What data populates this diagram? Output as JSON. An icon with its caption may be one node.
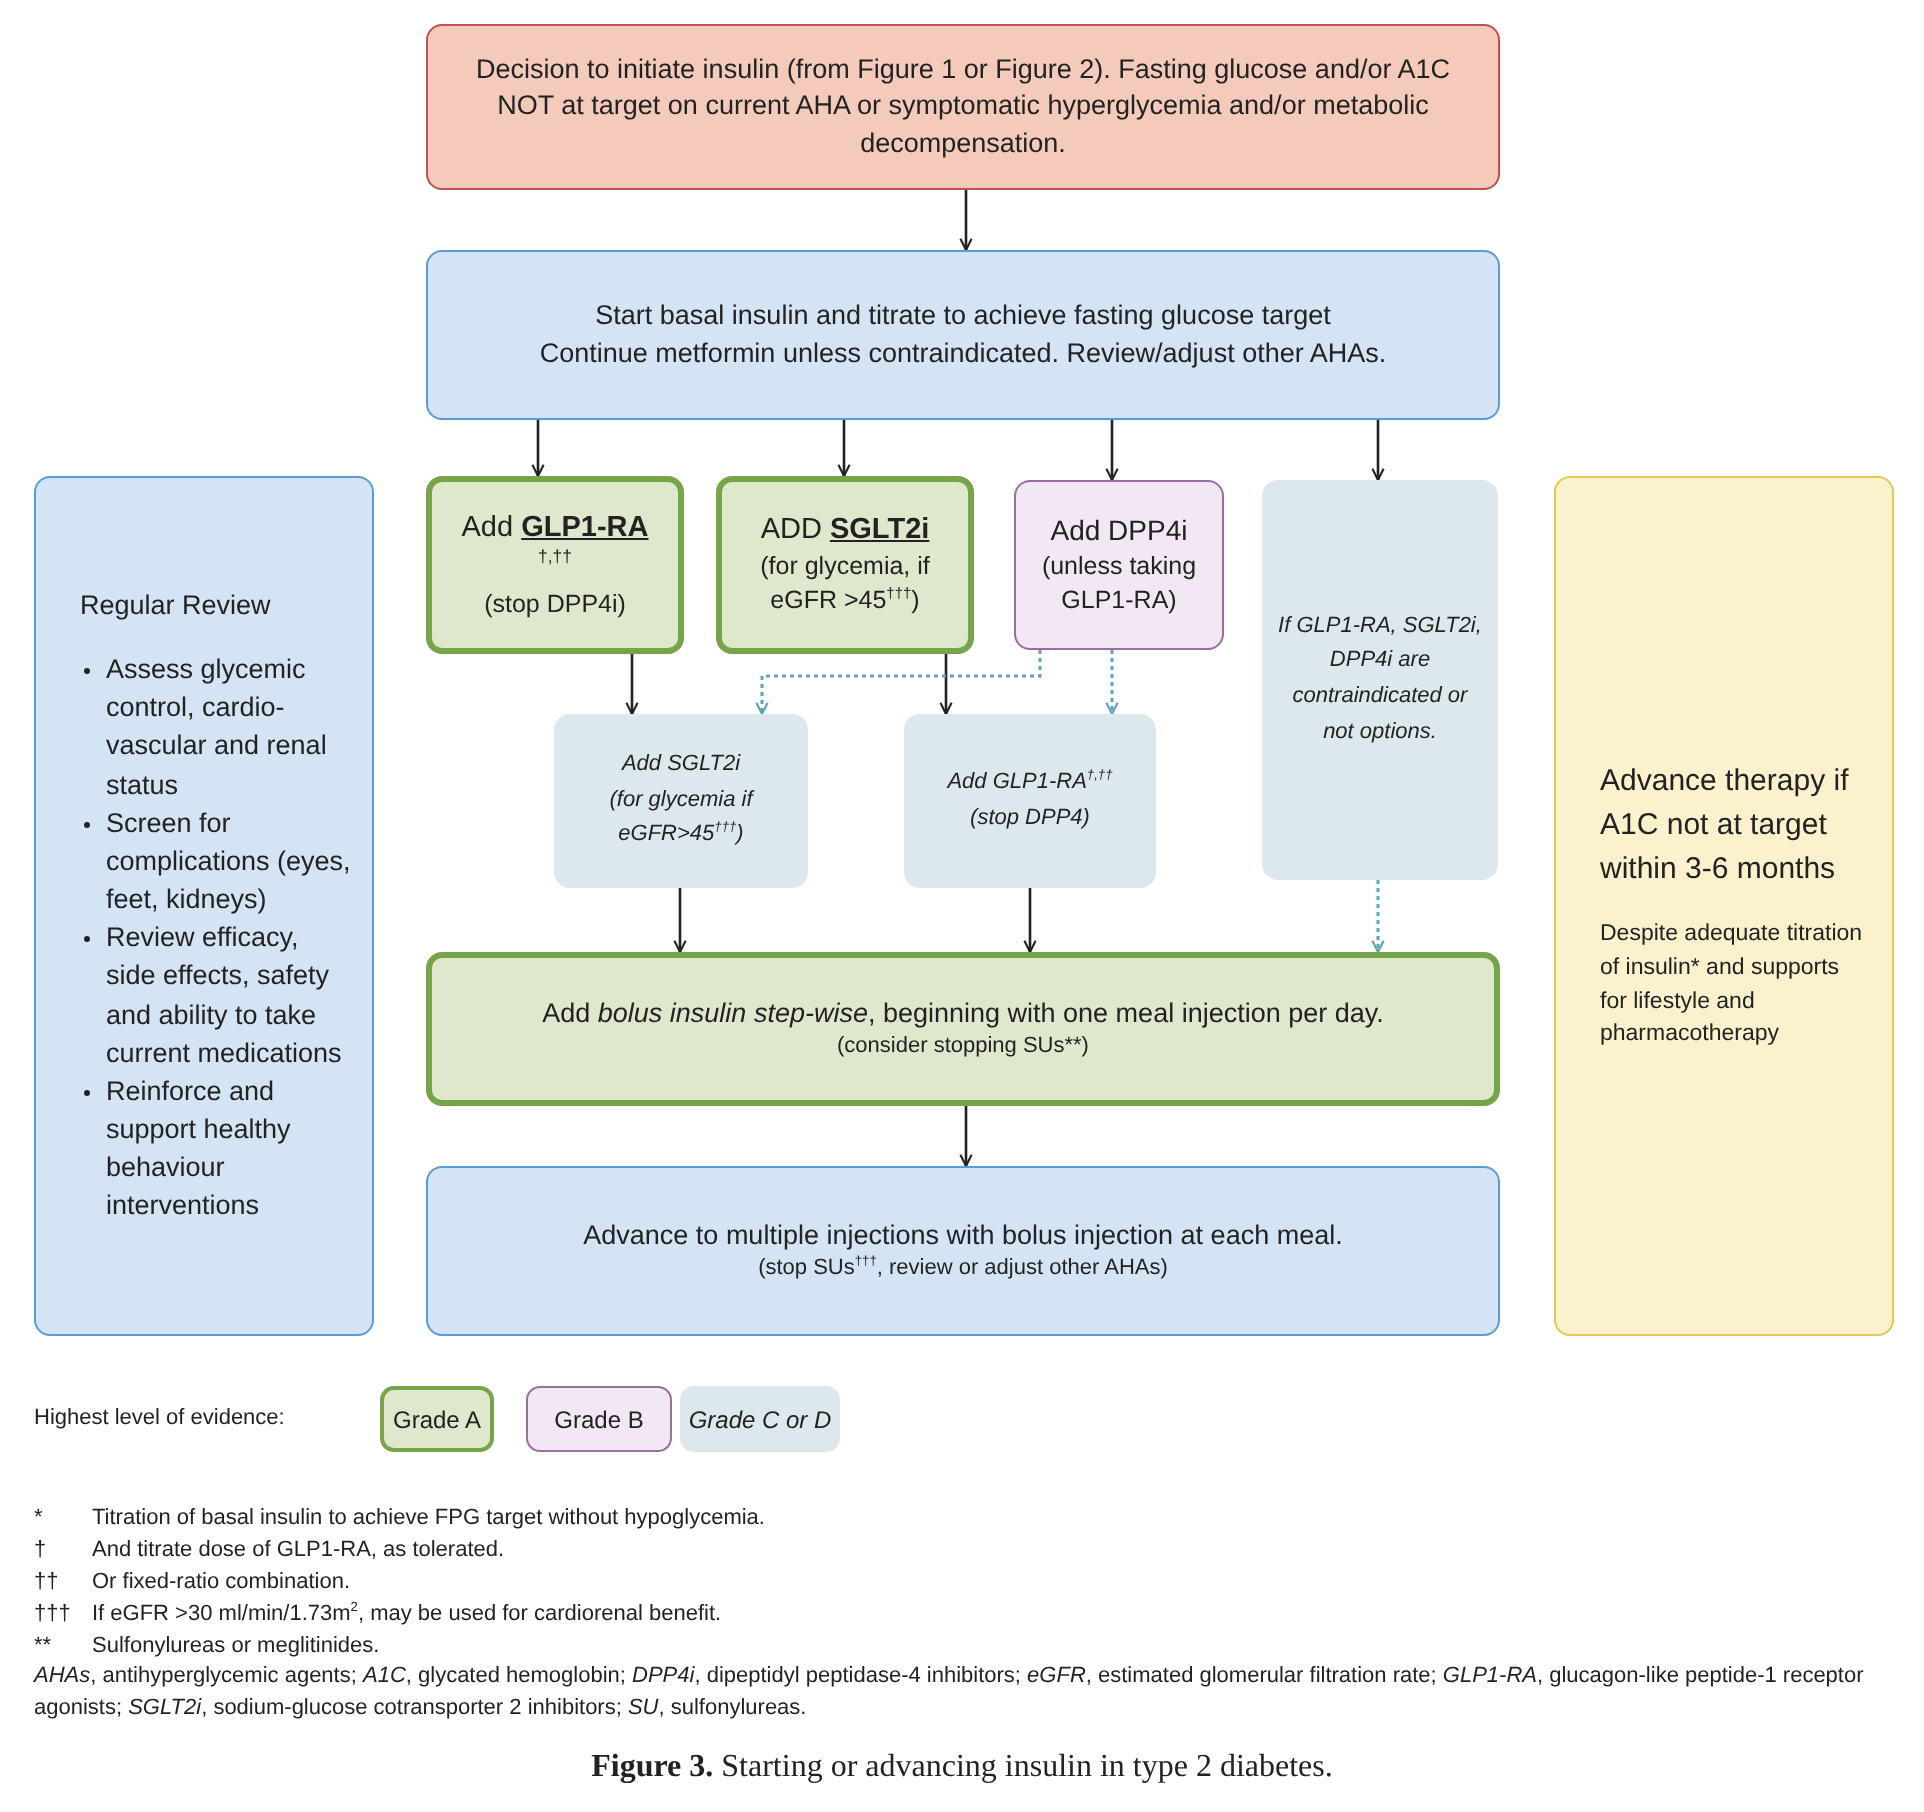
{
  "diagram": {
    "caption": "**Figure 3.** Starting or advancing insulin in type 2 diabetes.",
    "nodes": [
      {
        "text": [
          "Decision to initiate insulin (from Figure 1 or Figure 2). Fasting glucose and/or A1C NOT at target on current AHA or symptomatic hyperglycemia and/or metabolic decompensation."
        ]
      },
      {
        "text": [
          "Start basal insulin and titrate to achieve fasting glucose target",
          "Continue metformin unless contraindicated. Review/adjust other AHAs."
        ]
      },
      {
        "text": [
          "Regular Review",
          "Assess glycemic control, cardio-vascular and renal status",
          "Screen for complications (eyes, feet, kidneys)",
          "Review efficacy, side effects, safety and ability to take current medications",
          "Reinforce and support healthy behaviour interventions"
        ]
      },
      {
        "text": [
          "Add **GLP1-RA** $^{†,††}$",
          "(stop DPP4i)"
        ]
      },
      {
        "text": [
          "ADD **SGLT2i**",
          "(for glycemia, if eGFR >45$^{†††}$)"
        ]
      },
      {
        "text": [
          "Add DPP4i",
          "(unless taking GLP1-RA)"
        ]
      },
      {
        "text": [
          "If GLP1-RA, SGLT2i, DPP4i are contraindicated or not options."
        ]
      },
      {
        "text": [
          "Advance therapy if A1C not at target within 3-6 months",
          "Despite adequate titration of insulin* and supports for lifestyle and pharmacotherapy"
        ]
      },
      {
        "text": [
          "Add SGLT2i",
          "(for glycemia if eGFR>45$^{†††}$)"
        ]
      },
      {
        "text": [
          "Add GLP1-RA$^{†,††}$",
          "(stop DPP4)"
        ]
      },
      {
        "text": [
          "Add *bolus insulin step-wise*, beginning with one meal injection per day.",
          "(consider stopping SUs**)"
        ]
      },
      {
        "text": [
          "Advance to multiple injections with bolus injection at each meal.",
          "(stop SUs$^{†††}$, review or adjust other AHAs)"
        ]
      }
    ],
    "edges": [
      {
        "from": 0,
        "to": 1,
        "arrow": "to"
      },
      {
        "from": 1,
        "to": 3,
        "arrow": "to"
      },
      {
        "from": 1,
        "to": 4,
        "arrow": "to"
      },
      {
        "from": 1,
        "to": 5,
        "arrow": "to"
      },
      {
        "from": 1,
        "to": 6,
        "arrow": "to"
      },
      {
        "from": 3,
        "to": 8,
        "arrow": "to"
      },
      {
        "from": 4,
        "to": 9,
        "arrow": "to"
      },
      {
        "from": 5,
        "to": 8,
        "arrow": "to",
        "style": "dashed",
        "color": "#5ba3b5"
      },
      {
        "from": 5,
        "to": 9,
        "arrow": "to",
        "style": "dashed",
        "color": "#5ba3b5"
      },
      {
        "from": 8,
        "to": 10,
        "arrow": "to"
      },
      {
        "from": 9,
        "to": 10,
        "arrow": "to"
      },
      {
        "from": 6,
        "to": 10,
        "arrow": "to",
        "style": "dashed",
        "color": "#5ba3b5"
      },
      {
        "from": 10,
        "to": 11,
        "arrow": "to"
      }
    ],
    "labels": [
      "Highest level of evidence:",
      "*",
      "Titration of basal insulin to achieve FPG target without hypoglycemia.",
      "†",
      "And titrate dose of GLP1-RA, as tolerated.",
      "††",
      "Or fixed-ratio combination.",
      "†††",
      "If eGFR >30 ml/min/1.73m$^{2}$, may be used for cardiorenal benefit.",
      "**",
      "Sulfonylureas or meglitinides.",
      "*AHAs*, antihyperglycemic agents; *A1C*, glycated hemoglobin; *DPP4i*, dipeptidyl peptidase-4 inhibitors; *eGFR*, estimated glomerular filtration rate; *GLP1-RA*, glucagon-like peptide-1 receptor agonists; *SGLT2i*, sodium-glucose cotransporter 2 inhibitors; *SU*, sulfonylureas."
    ],
    "legend": [
      {
        "text": "Grade A",
        "color": "#dfe8cc"
      },
      {
        "text": "Grade B",
        "color": "#f1e8f3"
      },
      {
        "text": "Grade C or D",
        "color": "#dde8ec"
      }
    ]
  }
}
